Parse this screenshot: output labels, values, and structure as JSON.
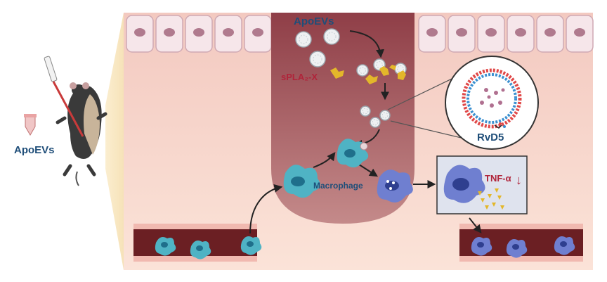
{
  "labels": {
    "apoevs_left": "ApoEVs",
    "apoevs_top": "ApoEVs",
    "spla2": "sPLA₂-X",
    "rvd5": "RvD5",
    "macrophage": "Macrophage",
    "tnf": "TNF-α",
    "tnf_arrow": "↓"
  },
  "colors": {
    "title_blue": "#1f4e79",
    "accent_red": "#b0243a",
    "tissue_bg": "#f7dcd2",
    "crypt": "#a8545c",
    "vessel": "#6b1f23",
    "macrophage_teal": "#4fb3c4",
    "activated_purple": "#6f7fd0"
  },
  "icons": [
    "mouse-icon",
    "tube-icon",
    "syringe-icon",
    "vesicle-icon",
    "macrophage-icon",
    "cytokine-icon"
  ]
}
